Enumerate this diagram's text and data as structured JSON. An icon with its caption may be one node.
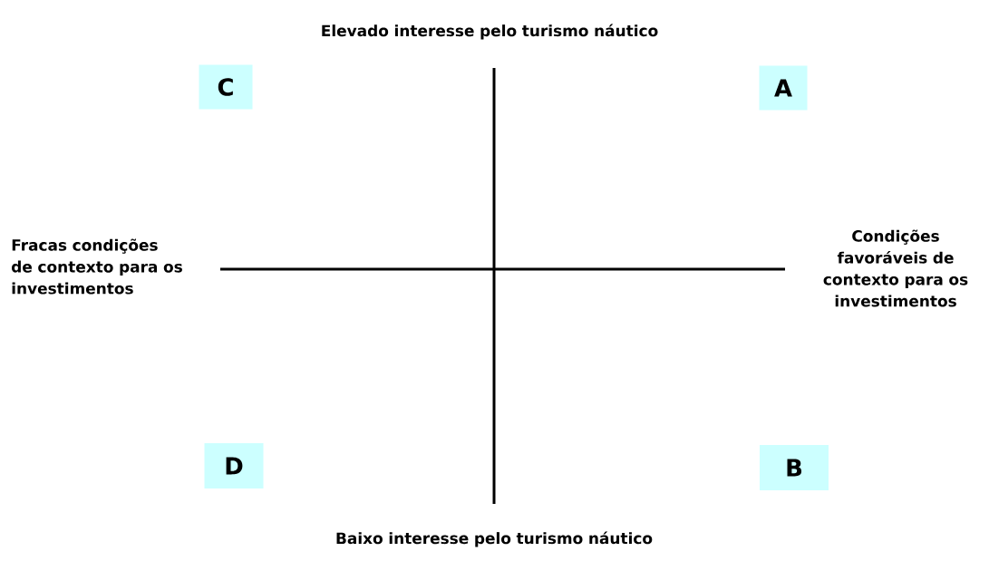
{
  "diagram": {
    "nodes": [
      {
        "text": [
          "C"
        ]
      },
      {
        "text": [
          "A"
        ]
      },
      {
        "text": [
          "D"
        ]
      },
      {
        "text": [
          "B"
        ]
      }
    ],
    "labels": [
      "Elevado interesse pelo turismo náutico",
      "Fracas condições de contexto para os investimentos",
      "Condições favoráveis de contexto para os investimentos",
      "Baixo interesse pelo turismo náutico"
    ]
  }
}
